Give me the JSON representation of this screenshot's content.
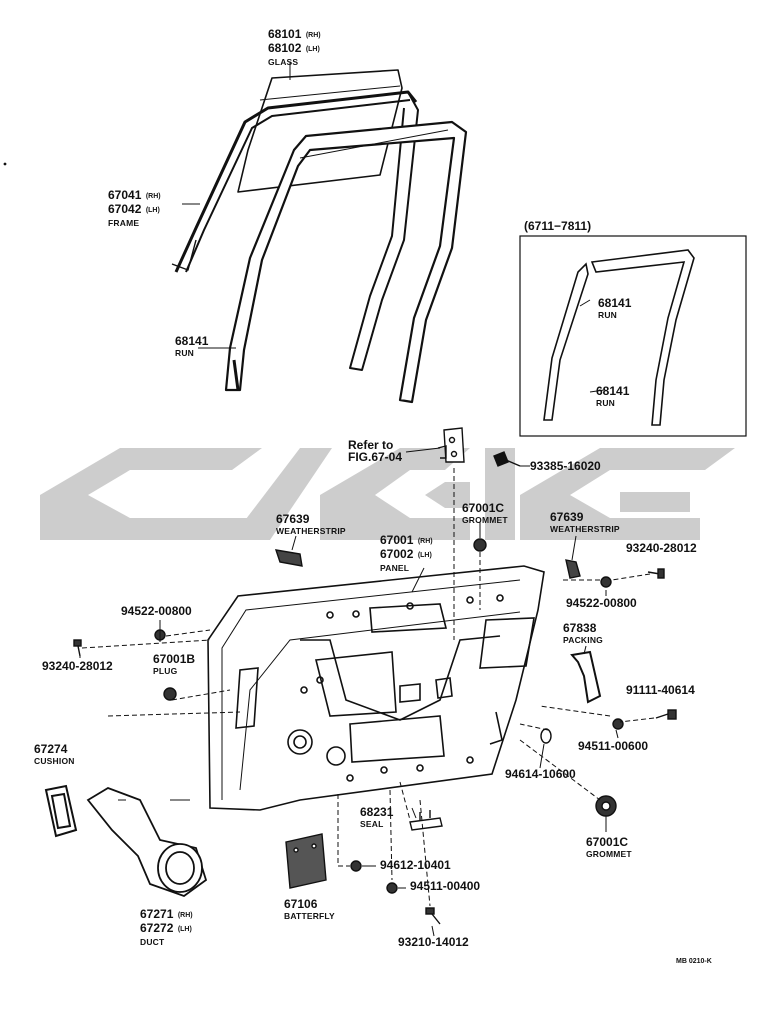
{
  "labels": {
    "glass": {
      "line1": "68101",
      "line1_suffix": "(RH)",
      "line2": "68102",
      "line2_suffix": "(LH)",
      "name": "GLASS"
    },
    "frame": {
      "line1": "67041",
      "line1_suffix": "(RH)",
      "line2": "67042",
      "line2_suffix": "(LH)",
      "name": "FRAME"
    },
    "run_main": {
      "number": "68141",
      "name": "RUN"
    },
    "inset_range": "(6711−7811)",
    "run_inset_1": {
      "number": "68141",
      "name": "RUN"
    },
    "run_inset_2": {
      "number": "68141",
      "name": "RUN"
    },
    "refer": {
      "line1": "Refer to",
      "line2": "FIG.67-04"
    },
    "bolt_93385": "93385-16020",
    "grommet_top": {
      "number": "67001C",
      "name": "GROMMET"
    },
    "weatherstrip_left": {
      "number": "67639",
      "name": "WEATHERSTRIP"
    },
    "weatherstrip_right": {
      "number": "67639",
      "name": "WEATHERSTRIP"
    },
    "panel": {
      "line1": "67001",
      "line1_suffix": "(RH)",
      "line2": "67002",
      "line2_suffix": "(LH)",
      "name": "PANEL"
    },
    "screw_93240_right": "93240-28012",
    "nut_94522_left": "94522-00800",
    "nut_94522_right": "94522-00800",
    "screw_93240_left": "93240-28012",
    "packing": {
      "number": "67838",
      "name": "PACKING"
    },
    "plug": {
      "number": "67001B",
      "name": "PLUG"
    },
    "bolt_91111": "91111-40614",
    "nut_94511_right": "94511-00600",
    "nut_94614": "94614-10600",
    "cushion": {
      "number": "67274",
      "name": "CUSHION"
    },
    "seal": {
      "number": "68231",
      "name": "SEAL"
    },
    "grommet_bottom": {
      "number": "67001C",
      "name": "GROMMET"
    },
    "nut_94612": "94612-10401",
    "nut_94511_bottom": "94511-00400",
    "batterfly": {
      "number": "67106",
      "name": "BATTERFLY"
    },
    "duct": {
      "line1": "67271",
      "line1_suffix": "(RH)",
      "line2": "67272",
      "line2_suffix": "(LH)",
      "name": "DUCT"
    },
    "screw_93210": "93210-14012",
    "drawing_code": "MB 0210-K"
  },
  "colors": {
    "ink": "#111111",
    "watermark": "#c8c8c8",
    "background": "#ffffff"
  }
}
